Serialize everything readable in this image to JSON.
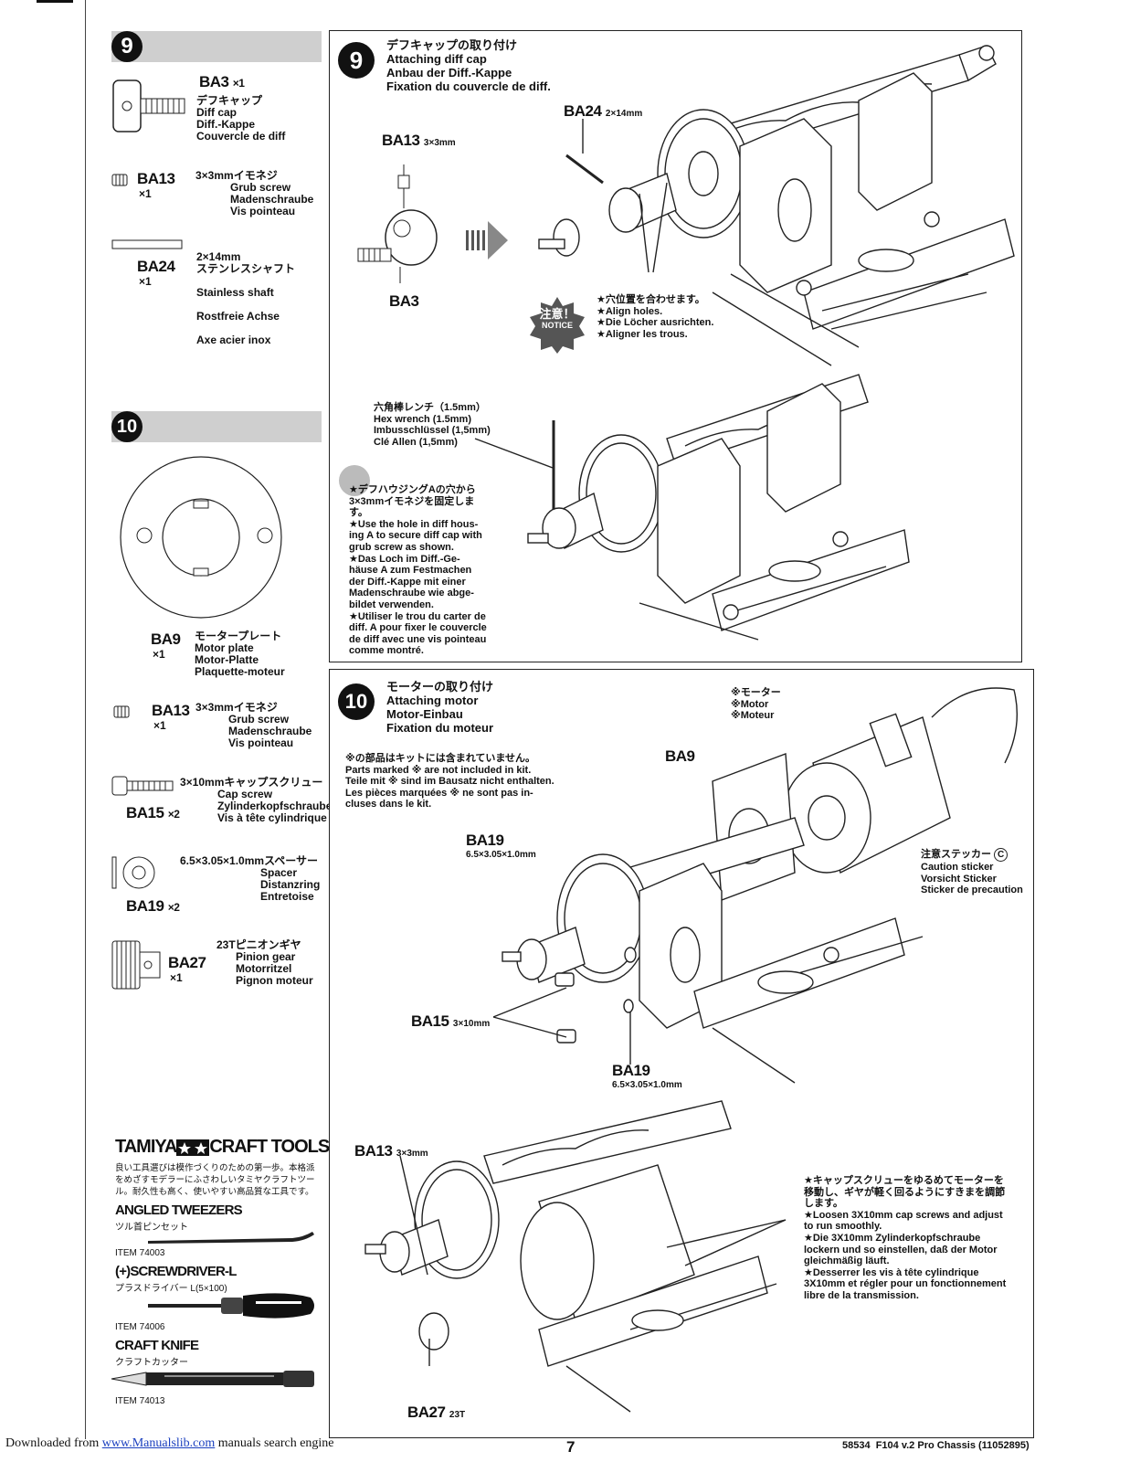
{
  "page_number": "7",
  "footer_right": "58534  F104 v.2 Pro Chassis (11052895)",
  "downloaded": {
    "prefix": "Downloaded from ",
    "site": "www.Manualslib.com",
    "suffix": " manuals search engine"
  },
  "step9": {
    "number": "9",
    "parts": [
      {
        "code": "BA3",
        "qty": "×1",
        "ja": "デフキャップ",
        "en": "Diff cap",
        "de": "Diff.-Kappe",
        "fr": "Couvercle de diff"
      },
      {
        "code": "BA13",
        "qty": "×1",
        "ja": "3×3mmイモネジ",
        "en": "Grub screw",
        "de": "Madenschraube",
        "fr": "Vis pointeau"
      },
      {
        "code": "BA24",
        "qty": "×1",
        "ja": "2×14mm\nステンレスシャフト",
        "en": "Stainless shaft",
        "de": "Rostfreie Achse",
        "fr": "Axe acier inox"
      }
    ],
    "title_ja": "デフキャップの取り付け",
    "title_en": "Attaching diff cap",
    "title_de": "Anbau der Diff.-Kappe",
    "title_fr": "Fixation du couvercle de diff.",
    "labels": {
      "ba24": "BA24",
      "ba24_size": "2×14mm",
      "ba13": "BA13",
      "ba13_size": "3×3mm",
      "ba3": "BA3"
    },
    "notice_ja": "注意！",
    "notice_en": "NOTICE",
    "align_ja": "★穴位置を合わせます。",
    "align_en": "★Align holes.",
    "align_de": "★Die Löcher ausrichten.",
    "align_fr": "★Aligner les trous.",
    "wrench_ja": "六角棒レンチ（1.5mm）",
    "wrench_en": "Hex wrench (1.5mm)",
    "wrench_de": "Imbusschlüssel (1,5mm)",
    "wrench_fr": "Clé Allen (1,5mm)",
    "hole_note": [
      "★デフハウジングAの穴から",
      "3×3mmイモネジを固定します。",
      "★Use the hole in diff hous-",
      "ing A to secure diff cap with",
      "grub screw as shown.",
      "★Das Loch im Diff.-Ge-",
      "häuse A zum Festmachen",
      "der Diff.-Kappe mit einer",
      "Madenschraube wie abge-",
      "bildet verwenden.",
      "★Utiliser le trou du carter de",
      "diff. A pour fixer le couvercle",
      "de diff avec une vis pointeau",
      "comme montré."
    ]
  },
  "step10": {
    "number": "10",
    "parts": [
      {
        "code": "BA9",
        "qty": "×1",
        "ja": "モータープレート",
        "en": "Motor plate",
        "de": "Motor-Platte",
        "fr": "Plaquette-moteur"
      },
      {
        "code": "BA13",
        "qty": "×1",
        "ja": "3×3mmイモネジ",
        "en": "Grub screw",
        "de": "Madenschraube",
        "fr": "Vis pointeau"
      },
      {
        "code": "BA15",
        "qty": "×2",
        "ja": "3×10mmキャップスクリュー",
        "en": "Cap screw",
        "de": "Zylinderkopfschraube",
        "fr": "Vis à tête cylindrique"
      },
      {
        "code": "BA19",
        "qty": "×2",
        "ja": "6.5×3.05×1.0mmスペーサー",
        "en": "Spacer",
        "de": "Distanzring",
        "fr": "Entretoise"
      },
      {
        "code": "BA27",
        "qty": "×1",
        "ja": "23Tピニオンギヤ",
        "en": "Pinion gear",
        "de": "Motorritzel",
        "fr": "Pignon moteur"
      }
    ],
    "title_ja": "モーターの取り付け",
    "title_en": "Attaching motor",
    "title_de": "Motor-Einbau",
    "title_fr": "Fixation du moteur",
    "not_included": [
      "※の部品はキットには含まれていません。",
      "Parts marked ※ are not included in kit.",
      "Teile mit ※ sind im Bausatz nicht enthalten.",
      "Les pièces marquées ※ ne sont pas in-",
      "cluses dans le kit."
    ],
    "motor_ja": "※モーター",
    "motor_en": "※Motor",
    "motor_fr": "※Moteur",
    "sticker_ja": "注意ステッカー",
    "sticker_letter": "C",
    "sticker_en": "Caution sticker",
    "sticker_de": "Vorsicht Sticker",
    "sticker_fr": "Sticker de precaution",
    "labels": {
      "ba9": "BA9",
      "ba19": "BA19",
      "ba19_size": "6.5×3.05×1.0mm",
      "ba15": "BA15",
      "ba15_size": "3×10mm",
      "ba13": "BA13",
      "ba13_size": "3×3mm",
      "ba27": "BA27",
      "ba27_size": "23T"
    },
    "adjust_note": [
      "★キャップスクリューをゆるめてモーターを",
      "移動し、ギヤが軽く回るようにすきまを調節",
      "します。",
      "★Loosen 3X10mm cap screws and adjust",
      "to run smoothly.",
      "★Die  3X10mm  Zylinderkopfschraube",
      "lockern und so einstellen, daß der Motor",
      "gleichmäßig läuft.",
      "★Desserrer les vis à tête cylindrique",
      "3X10mm et régler pour un fonctionnement",
      "libre de la transmission."
    ]
  },
  "tools": {
    "brand": "TAMIYA",
    "brand_suffix": "CRAFT TOOLS",
    "intro": "良い工具選びは模作づくりのための第一歩。本格派をめざすモデラーにふさわしいタミヤクラフトツール。耐久性も高く、使いやすい高品質な工具です。",
    "items": [
      {
        "name": "ANGLED TWEEZERS",
        "ja": "ツル首ピンセット",
        "item": "ITEM 74003"
      },
      {
        "name": "(+)SCREWDRIVER-L",
        "ja": "プラスドライバー L(5×100)",
        "item": "ITEM 74006"
      },
      {
        "name": "CRAFT KNIFE",
        "ja": "クラフトカッター",
        "item": "ITEM 74013"
      }
    ]
  }
}
